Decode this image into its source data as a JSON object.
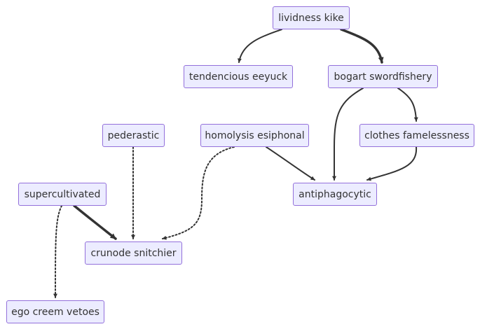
{
  "diagram": {
    "type": "flowchart",
    "nodes": [
      {
        "id": "lividness",
        "label": "lividness kike"
      },
      {
        "id": "tendencious",
        "label": "tendencious eeyuck"
      },
      {
        "id": "bogart",
        "label": "bogart swordfishery"
      },
      {
        "id": "pederastic",
        "label": "pederastic"
      },
      {
        "id": "homolysis",
        "label": "homolysis esiphonal"
      },
      {
        "id": "clothes",
        "label": "clothes famelessness"
      },
      {
        "id": "supercultivated",
        "label": "supercultivated"
      },
      {
        "id": "antiphagocytic",
        "label": "antiphagocytic"
      },
      {
        "id": "crunode",
        "label": "crunode snitchier"
      },
      {
        "id": "ego",
        "label": "ego creem vetoes"
      }
    ],
    "edges": [
      {
        "from": "lividness",
        "to": "tendencious",
        "style": "normal"
      },
      {
        "from": "lividness",
        "to": "bogart",
        "style": "thick"
      },
      {
        "from": "bogart",
        "to": "antiphagocytic",
        "style": "normal"
      },
      {
        "from": "bogart",
        "to": "clothes",
        "style": "normal"
      },
      {
        "from": "clothes",
        "to": "antiphagocytic",
        "style": "normal"
      },
      {
        "from": "homolysis",
        "to": "antiphagocytic",
        "style": "normal"
      },
      {
        "from": "homolysis",
        "to": "crunode",
        "style": "dotted"
      },
      {
        "from": "pederastic",
        "to": "crunode",
        "style": "dotted"
      },
      {
        "from": "supercultivated",
        "to": "crunode",
        "style": "thick"
      },
      {
        "from": "supercultivated",
        "to": "ego",
        "style": "dotted"
      }
    ],
    "colors": {
      "node_fill": "#ECECFF",
      "node_border": "#9370DB",
      "edge": "#333333",
      "text": "#333333"
    }
  }
}
